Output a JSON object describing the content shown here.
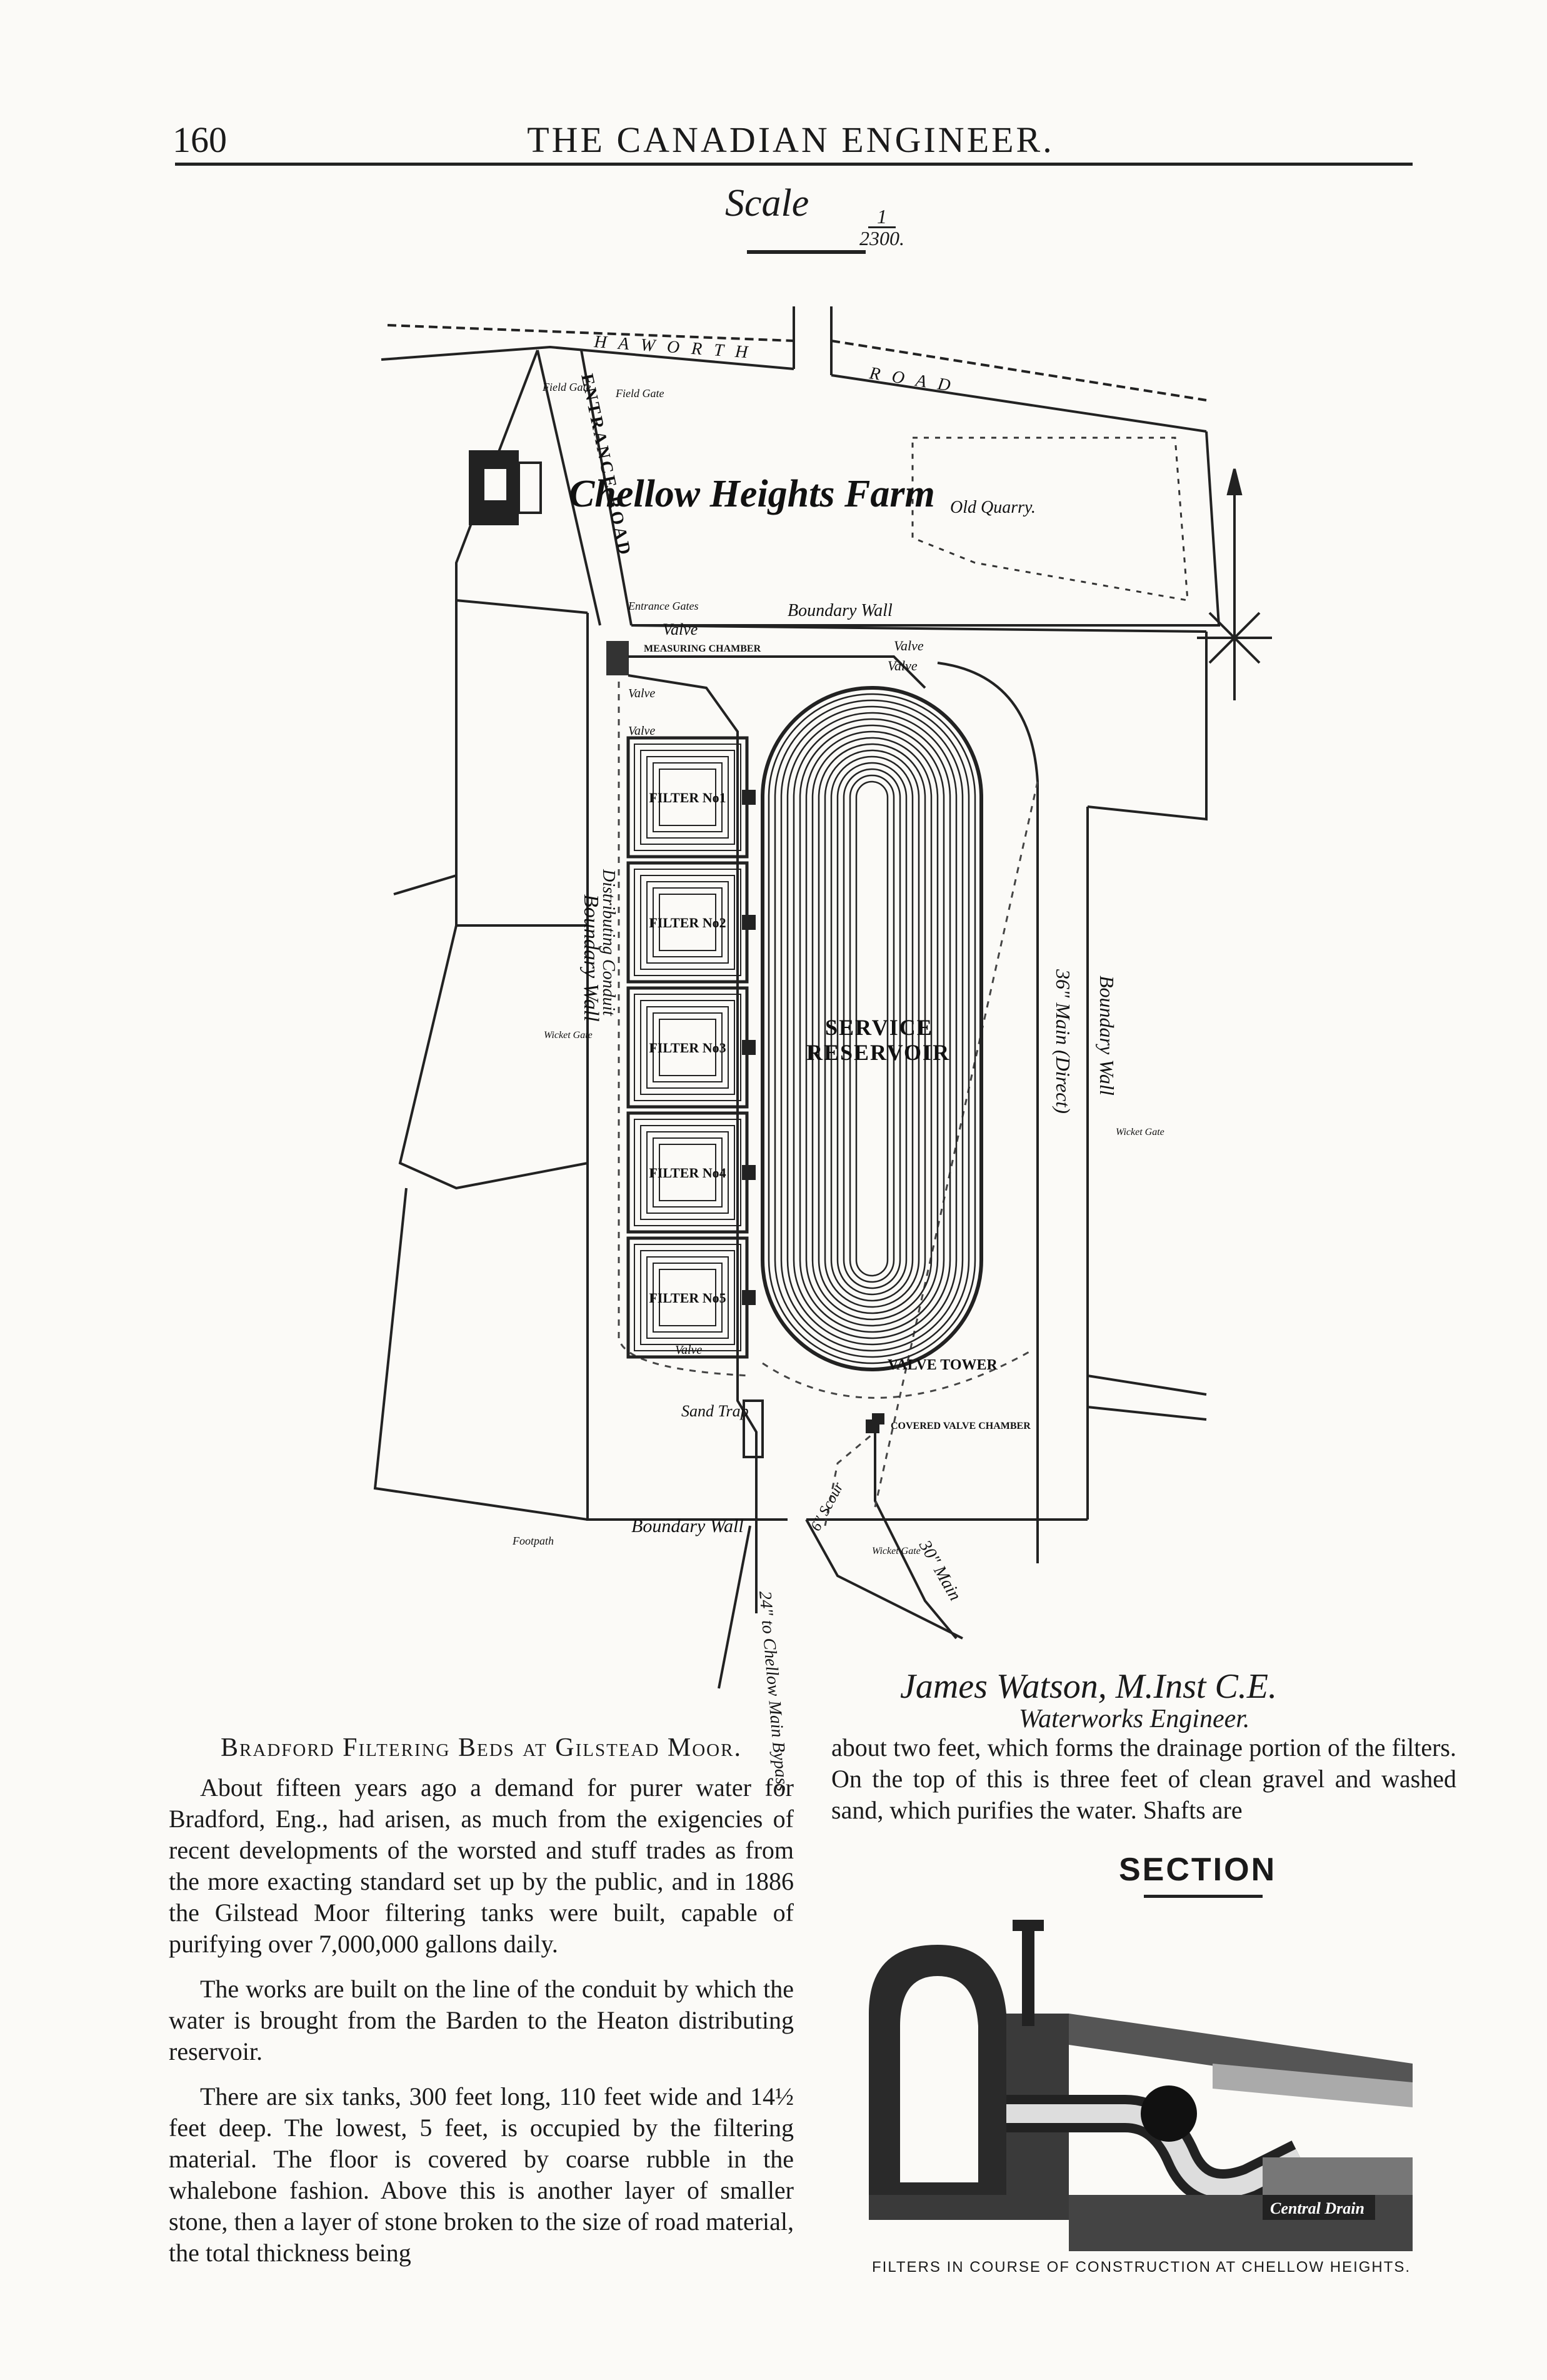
{
  "header": {
    "page_number": "160",
    "journal_title": "THE CANADIAN ENGINEER."
  },
  "scale": {
    "label": "Scale",
    "numerator": "1",
    "denominator": "2300."
  },
  "map_labels": {
    "road_top": "H A W O R T H",
    "road_right": "R O A D",
    "entrance_road": "ENTRANCE ROAD",
    "farm": "Chellow Heights Farm",
    "quarry": "Old Quarry.",
    "field_gate_1": "Field Gate",
    "field_gate_2": "Field Gate",
    "entrance_gates": "Entrance Gates",
    "boundary_wall_top": "Boundary Wall",
    "valve_1": "Valve",
    "measuring_chamber": "MEASURING CHAMBER",
    "valve_2": "Valve",
    "valve_3": "Valve",
    "valve_4": "Valve",
    "valve_5": "Valve",
    "valve_6": "Valve",
    "filters": [
      "FILTER No1",
      "FILTER No2",
      "FILTER No3",
      "FILTER No4",
      "FILTER No5"
    ],
    "service_reservoir_1": "SERVICE",
    "service_reservoir_2": "RESERVOIR",
    "distributing_conduit": "Distributing Conduit",
    "boundary_wall_left": "Boundary Wall",
    "wicket_gate_left": "Wicket Gate",
    "main_direct": "36\" Main (Direct)",
    "boundary_wall_right": "Boundary Wall",
    "wicket_gate_right": "Wicket Gate",
    "valve_tower": "VALVE TOWER",
    "covered_valve_chamber": "COVERED VALVE CHAMBER",
    "sand_trap": "Sand Trap",
    "boundary_wall_bottom": "Boundary Wall",
    "footpath": "Footpath",
    "scour": "6\" Scour",
    "main_30": "30\" Main",
    "wicket_gate_bottom": "Wicket Gate",
    "bypass": "24\" to Chellow Main Bypass"
  },
  "signature": {
    "name": "James Watson, M.Inst C.E.",
    "title": "Waterworks Engineer."
  },
  "article": {
    "heading": "Bradford Filtering Beds at Gilstead Moor.",
    "left_paragraphs": [
      "About fifteen years ago a demand for purer water for Bradford, Eng., had arisen, as much from the exigencies of recent developments of the worsted and stuff trades as from the more exacting standard set up by the public, and in 1886 the Gilstead Moor filtering tanks were built, capable of purifying over 7,000,000 gallons daily.",
      "The works are built on the line of the conduit by which the water is brought from the Barden to the Heaton distributing reservoir.",
      "There are six tanks, 300 feet long, 110 feet wide and 14½ feet deep. The lowest, 5 feet, is occupied by the filtering material. The floor is covered by coarse rubble in the whalebone fashion. Above this is another layer of smaller stone, then a layer of stone broken to the size of road material, the total thickness being"
    ],
    "right_paragraph": "about two feet, which forms the drainage portion of the filters. On the top of this is three feet of clean gravel and washed sand, which purifies the water. Shafts are"
  },
  "section": {
    "heading": "SECTION",
    "drain_label": "Central Drain",
    "caption": "FILTERS IN COURSE OF CONSTRUCTION AT CHELLOW HEIGHTS."
  }
}
